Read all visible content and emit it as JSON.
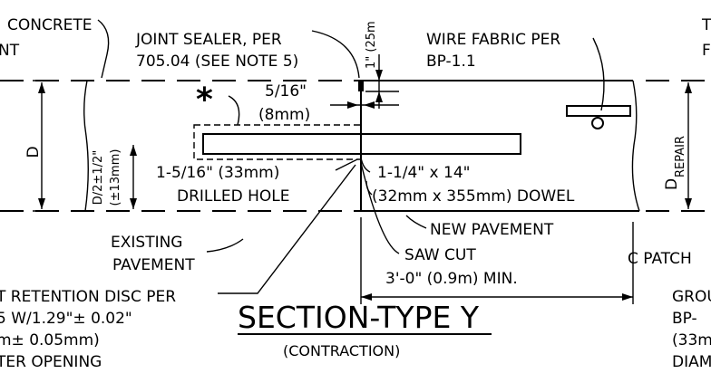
{
  "labels": {
    "concrete_line1": "CONCRETE",
    "concrete_line2": "NT",
    "joint_sealer_line1": "JOINT SEALER, PER",
    "joint_sealer_line2": "705.04 (SEE NOTE 5)",
    "wire_fabric_line1": "WIRE FABRIC PER",
    "wire_fabric_line2": "BP-1.1",
    "top_dim": "1\" (25m",
    "star": "*",
    "gap_dim_line1": "5/16\"",
    "gap_dim_line2": "(8mm)",
    "depth": "D",
    "half_depth_line1": "D/2±1/2\"",
    "half_depth_line2": "(±13mm)",
    "drilled_hole_line1": "1-5/16\" (33mm)",
    "drilled_hole_line2": "DRILLED HOLE",
    "dowel_line1": "1-1/4\" x 14\"",
    "dowel_line2": "(32mm x 355mm) DOWEL",
    "d_repair": "D",
    "d_repair_sub": "REPAIR",
    "new_pavement": "NEW PAVEMENT",
    "existing_line1": "EXISTING",
    "existing_line2": "PAVEMENT",
    "saw_cut": "SAW CUT",
    "min_length": "3'-0\" (0.9m) MIN.",
    "patch": "C PATCH",
    "retention_line1": "T RETENTION DISC PER",
    "retention_line2": "5 W/1.29\"± 0.02\"",
    "retention_line3": "m± 0.05mm)",
    "retention_line4": "TER OPENING",
    "right_frag_1": "GROU",
    "right_frag_2": "BP-",
    "right_frag_3": "(33m",
    "right_frag_4": "DIAM",
    "right_top_frag_1": "T",
    "right_top_frag_2": "F"
  },
  "title": "SECTION-TYPE Y",
  "subtitle": "(CONTRACTION)"
}
